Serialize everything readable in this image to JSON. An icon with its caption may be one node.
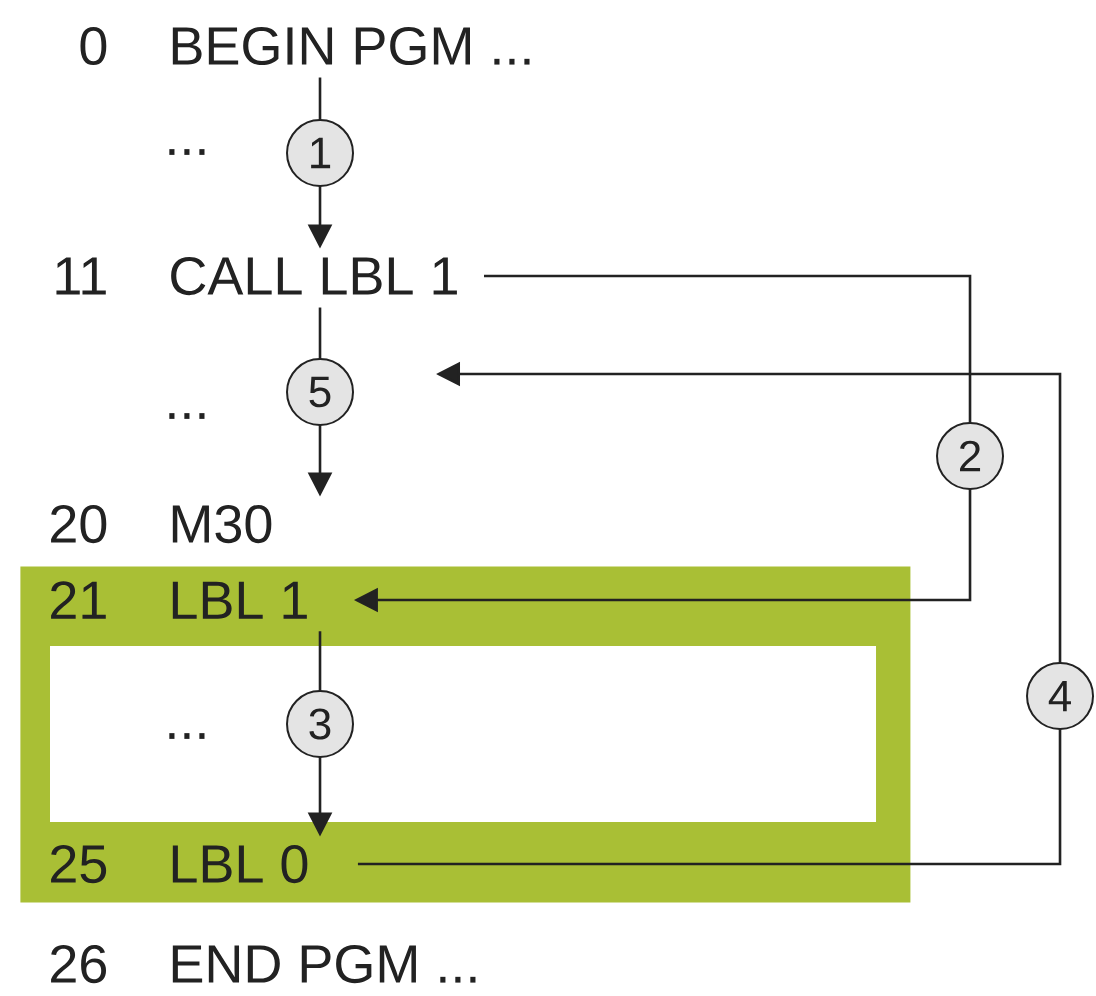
{
  "diagram": {
    "nodes": [
      {
        "text": [
          "0",
          "BEGIN PGM ..."
        ]
      },
      {
        "text": [
          "..."
        ]
      },
      {
        "text": [
          "11",
          "CALL LBL 1"
        ]
      },
      {
        "text": [
          "..."
        ]
      },
      {
        "text": [
          "20",
          "M30"
        ]
      },
      {
        "text": [],
        "shape": "box"
      },
      {
        "text": [
          "21",
          "LBL 1"
        ],
        "in": 5
      },
      {
        "text": [
          "..."
        ],
        "in": 5
      },
      {
        "text": [
          "25",
          "LBL 0"
        ],
        "in": 5
      },
      {
        "text": [
          "26",
          "END PGM ..."
        ]
      }
    ],
    "edges": [
      {
        "from": 0,
        "to": 2,
        "arrow": "to",
        "label": "1"
      },
      {
        "from": 2,
        "to": 6,
        "arrow": "to",
        "label": "2"
      },
      {
        "from": 2,
        "to": 4,
        "arrow": "to",
        "label": "5"
      },
      {
        "from": 8,
        "to": null,
        "arrow": "to",
        "label": "4"
      },
      {
        "from": 6,
        "to": 8,
        "arrow": "to",
        "label": "3"
      }
    ]
  }
}
